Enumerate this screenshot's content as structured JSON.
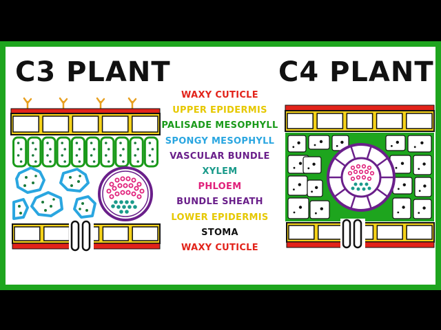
{
  "titles": {
    "c3": "C3 PLANT",
    "c4": "C4 PLANT"
  },
  "legend": [
    {
      "label": "WAXY CUTICLE",
      "color": "#e2231a"
    },
    {
      "label": "UPPER EPIDERMIS",
      "color": "#e6c800"
    },
    {
      "label": "PALISADE MESOPHYLL",
      "color": "#1a9a1a"
    },
    {
      "label": "SPONGY MESOPHYLL",
      "color": "#2aa6e0"
    },
    {
      "label": "VASCULAR BUNDLE",
      "color": "#6a1f8a"
    },
    {
      "label": "XYLEM",
      "color": "#1a9a8a"
    },
    {
      "label": "PHLOEM",
      "color": "#e0207a"
    },
    {
      "label": "BUNDLE SHEATH",
      "color": "#6a1f8a"
    },
    {
      "label": "LOWER EPIDERMIS",
      "color": "#e6c800"
    },
    {
      "label": "STOMA",
      "color": "#111111"
    },
    {
      "label": "WAXY CUTICLE",
      "color": "#e2231a"
    }
  ],
  "colors": {
    "frame": "#1ea51e",
    "cuticle": "#e2231a",
    "epidermis": "#f5d21a",
    "palisade": "#1a9a1a",
    "spongy": "#2aa6e0",
    "sheath": "#6a1f8a",
    "xylem": "#1a9a8a",
    "phloem": "#e0207a",
    "trichome": "#e8a020"
  }
}
